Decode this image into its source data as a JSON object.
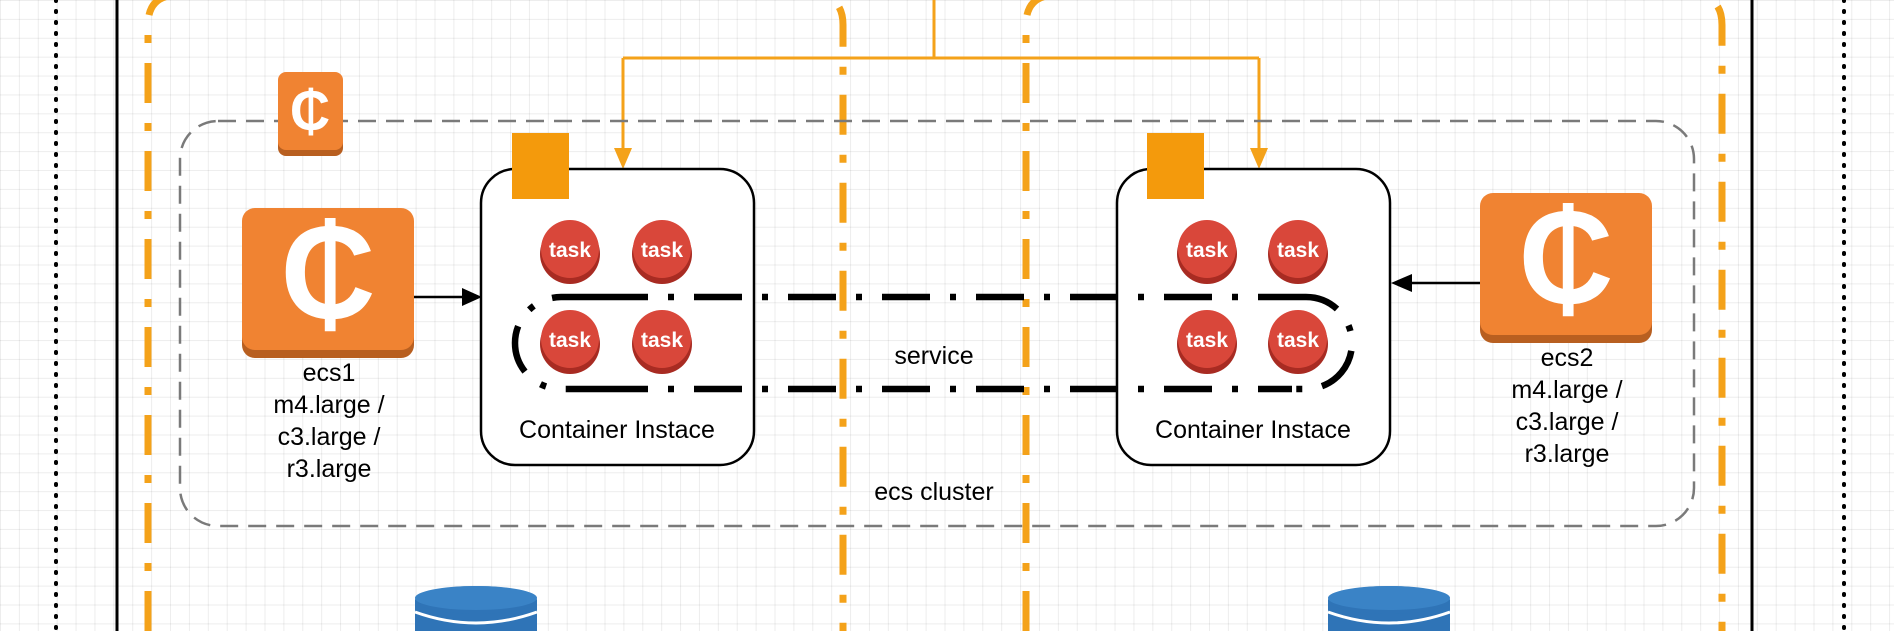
{
  "diagram": {
    "cluster_label": "ecs cluster",
    "service_label": "service",
    "cent_glyph": "₵",
    "instances": [
      {
        "name": "ecs1",
        "types": [
          "m4.large /",
          "c3.large /",
          "r3.large"
        ]
      },
      {
        "name": "ecs2",
        "types": [
          "m4.large /",
          "c3.large /",
          "r3.large"
        ]
      }
    ],
    "container_instances": [
      {
        "label": "Container Instace",
        "tasks": [
          "task",
          "task",
          "task",
          "task"
        ]
      },
      {
        "label": "Container Instace",
        "tasks": [
          "task",
          "task",
          "task",
          "task"
        ]
      }
    ]
  },
  "colors": {
    "orange": "#f08332",
    "orange_dark": "#b85f20",
    "az_orange": "#f4a21a",
    "task_red": "#d9473a",
    "db_blue": "#2f74b7"
  }
}
